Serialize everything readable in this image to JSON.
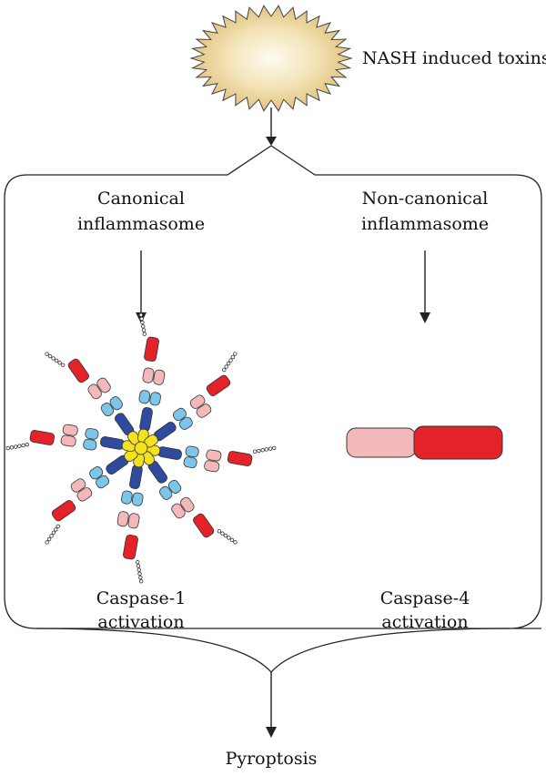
{
  "toxin": {
    "label": "NASH induced toxins"
  },
  "canonical": {
    "title_line1": "Canonical",
    "title_line2": "inflammasome",
    "result_line1": "Caspase-1",
    "result_line2": "activation"
  },
  "noncanonical": {
    "title_line1": "Non-canonical",
    "title_line2": "inflammasome",
    "result_line1": "Caspase-4",
    "result_line2": "activation"
  },
  "outcome": {
    "label": "Pyroptosis"
  },
  "colors": {
    "starburst_center": "#fbf7e6",
    "starburst_edge": "#e2c380",
    "core": "#f4e21c",
    "domain_dark_blue": "#2f4a9e",
    "domain_light_blue": "#7cc6ea",
    "domain_pink": "#f3b8ba",
    "domain_red": "#e4222a",
    "line": "#222222"
  }
}
